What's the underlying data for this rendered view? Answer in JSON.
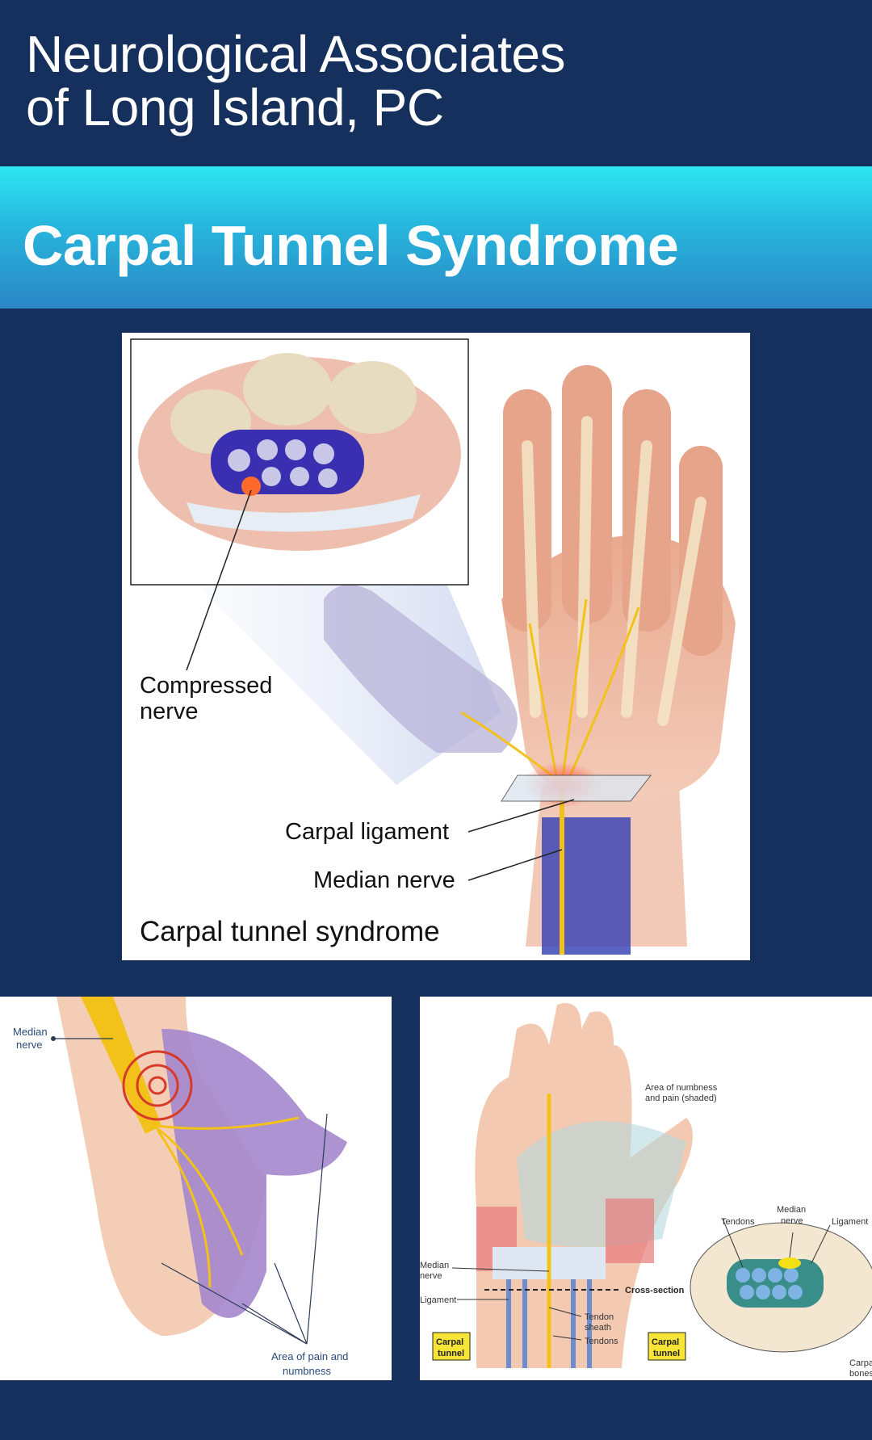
{
  "header": {
    "org_line1": "Neurological Associates",
    "org_line2": "of Long Island, PC"
  },
  "banner": {
    "title": "Carpal Tunnel Syndrome"
  },
  "main_figure": {
    "labels": {
      "compressed_nerve_1": "Compressed",
      "compressed_nerve_2": "nerve",
      "carpal_ligament": "Carpal ligament",
      "median_nerve": "Median nerve",
      "caption": "Carpal tunnel syndrome"
    }
  },
  "left_figure": {
    "labels": {
      "median_1": "Median",
      "median_2": "nerve",
      "area_1": "Area of pain and",
      "area_2": "numbness"
    }
  },
  "right_figure": {
    "labels": {
      "area_1": "Area of numbness",
      "area_2": "and pain (shaded)",
      "tendons_top": "Tendons",
      "median_1": "Median",
      "median_2": "nerve",
      "ligament_top": "Ligament",
      "median_left_1": "Median",
      "median_left_2": "nerve",
      "ligament_left": "Ligament",
      "cross_section": "Cross-section",
      "tendon_sheath_1": "Tendon",
      "tendon_sheath_2": "sheath",
      "tendons_bottom": "Tendons",
      "carpal_tunnel_1": "Carpal",
      "carpal_tunnel_2": "tunnel",
      "carpal_tunnel_b1": "Carpal",
      "carpal_tunnel_b2": "tunnel",
      "carpal_bones_1": "Carpal",
      "carpal_bones_2": "bones"
    }
  },
  "colors": {
    "navy": "#16305e",
    "banner_top": "#2ee6f2",
    "banner_bottom": "#2a86c4",
    "nerve_yellow": "#f2c21b",
    "inflamed_red": "#e0392f",
    "shaded_purple": "#9a7ec2"
  }
}
